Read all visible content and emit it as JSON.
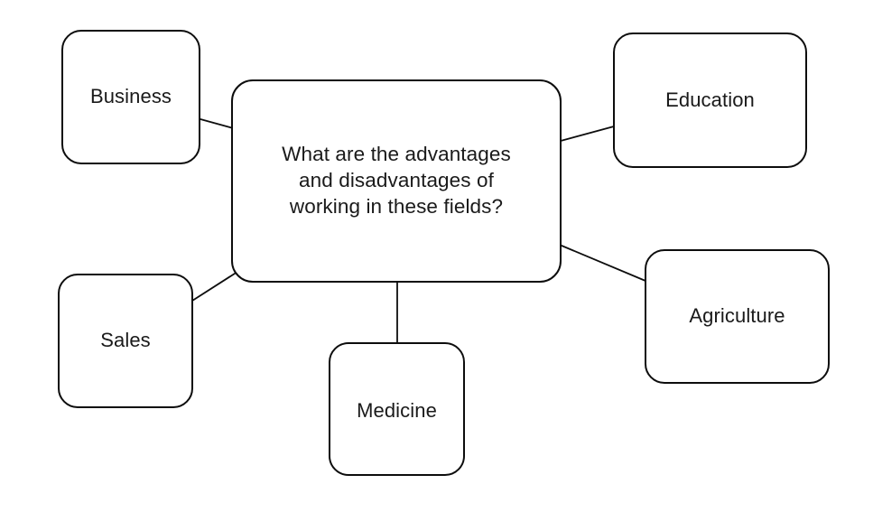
{
  "diagram": {
    "type": "mind-map",
    "background_color": "#ffffff",
    "line_color": "#0d0d0d",
    "text_color": "#1a1a1a",
    "center": {
      "name": "central-question",
      "lines": [
        "What are the advantages",
        "and disadvantages of",
        "working in these fields?"
      ],
      "full_text": "What are the advantages and disadvantages of working in these fields?"
    },
    "branches": [
      {
        "id": "business",
        "label": "Business"
      },
      {
        "id": "education",
        "label": "Education"
      },
      {
        "id": "agriculture",
        "label": "Agriculture"
      },
      {
        "id": "sales",
        "label": "Sales"
      },
      {
        "id": "medicine",
        "label": "Medicine"
      }
    ]
  }
}
